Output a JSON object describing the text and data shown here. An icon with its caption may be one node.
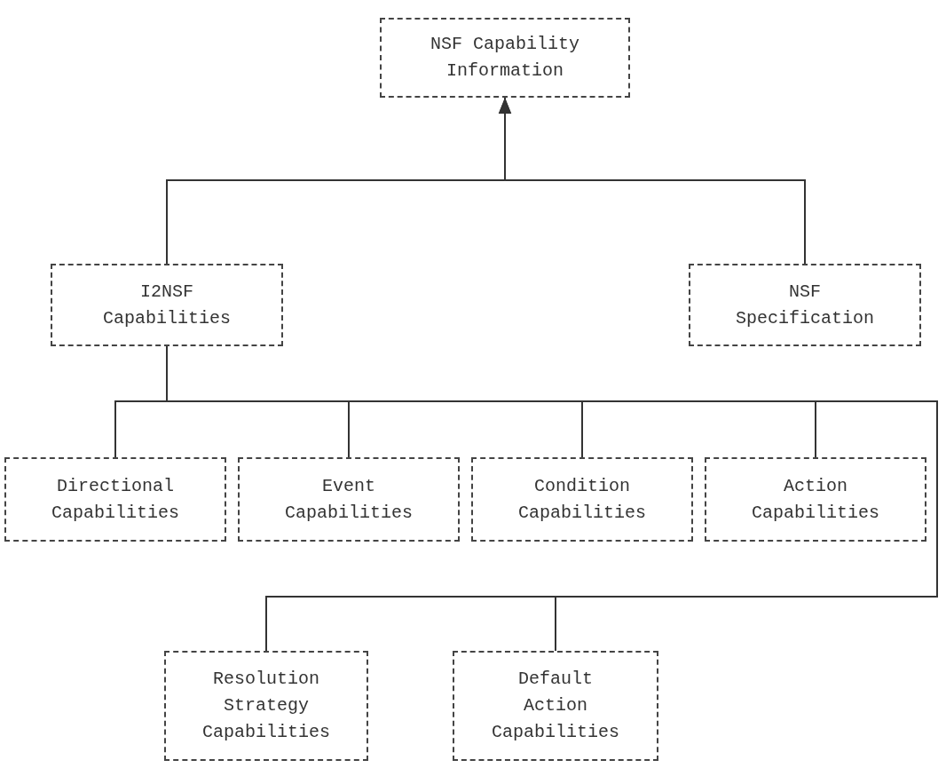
{
  "diagram": {
    "nodes": [
      {
        "text": [
          "NSF Capability Information"
        ]
      },
      {
        "text": [
          "I2NSF Capabilities"
        ]
      },
      {
        "text": [
          "NSF Specification"
        ]
      },
      {
        "text": [
          "Directional Capabilities"
        ]
      },
      {
        "text": [
          "Event Capabilities"
        ]
      },
      {
        "text": [
          "Condition Capabilities"
        ]
      },
      {
        "text": [
          "Action Capabilities"
        ]
      },
      {
        "text": [
          "Resolution Strategy Capabilities"
        ]
      },
      {
        "text": [
          "Default Action Capabilities"
        ]
      }
    ],
    "edges": [
      {
        "from": 1,
        "to": 0,
        "arrow": "to"
      },
      {
        "from": 2,
        "to": 0,
        "arrow": "to"
      },
      {
        "from": 1,
        "to": 3,
        "arrow": "none"
      },
      {
        "from": 1,
        "to": 4,
        "arrow": "none"
      },
      {
        "from": 1,
        "to": 5,
        "arrow": "none"
      },
      {
        "from": 1,
        "to": 6,
        "arrow": "none"
      },
      {
        "from": 1,
        "to": 7,
        "arrow": "none"
      },
      {
        "from": 1,
        "to": 8,
        "arrow": "none"
      }
    ]
  }
}
